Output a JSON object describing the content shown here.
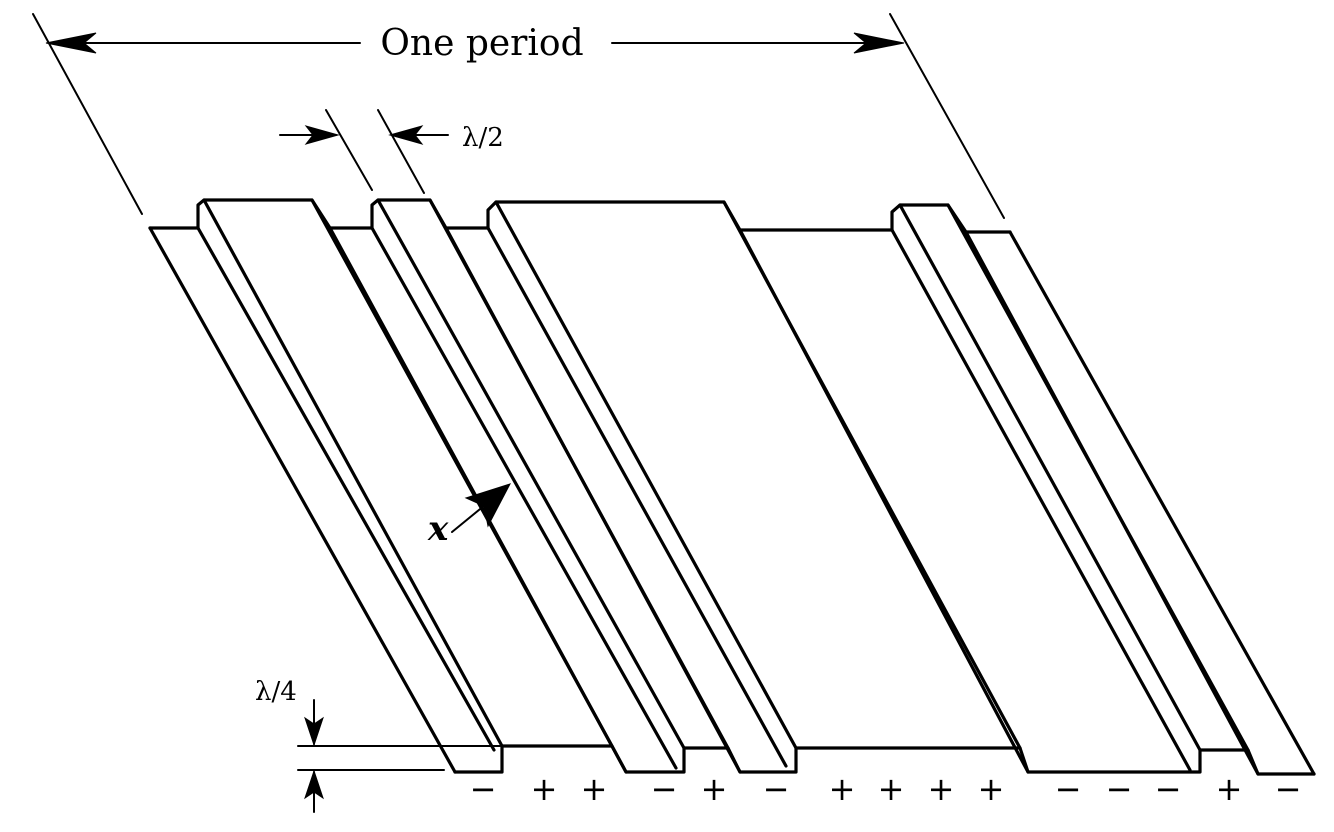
{
  "labels": {
    "period": "One period",
    "half_wave": "λ/2",
    "quarter_wave": "λ/4",
    "axis": "x"
  },
  "signs": [
    "−",
    "+",
    "+",
    "−",
    "+",
    "−",
    "+",
    "+",
    "+",
    "+",
    "−",
    "−",
    "−",
    "+",
    "−"
  ],
  "colors": {
    "ink": "#000000",
    "paper": "#ffffff"
  }
}
